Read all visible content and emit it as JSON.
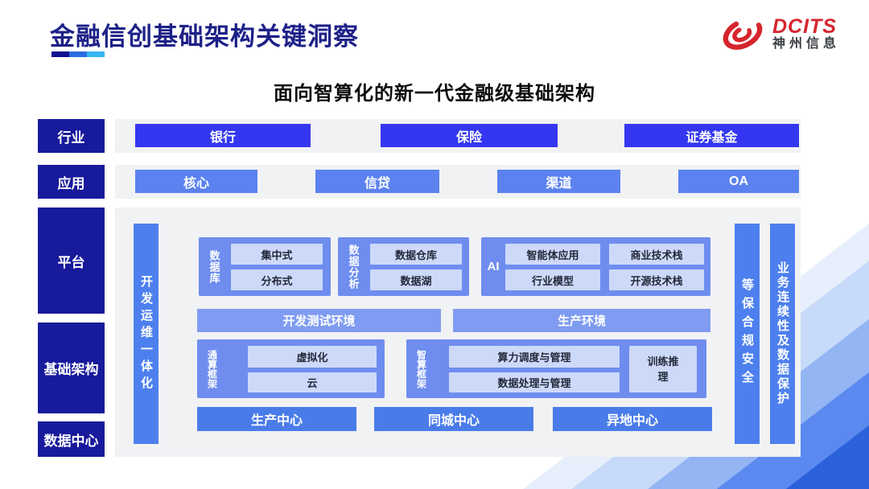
{
  "colors": {
    "navy": "#181a9c",
    "title_navy": "#1d2187",
    "industry_btn": "#3437ef",
    "app_btn": "#5b82ee",
    "group_blue": "#6e8def",
    "env_blue": "#7f9cf2",
    "chip_bg": "#cdd9f8",
    "center_blue": "#4a7ce9",
    "side_bar_blue": "#4d80ee",
    "panel_gray": "#f1f2f4",
    "logo_red": "#d6252e"
  },
  "header": {
    "title": "金融信创基础架构关键洞察",
    "logo_brand": "DCITS",
    "logo_company": "神州信息"
  },
  "diagram": {
    "subtitle": "面向智算化的新一代金融级基础架构",
    "side_labels": {
      "industry": "行业",
      "application": "应用",
      "platform": "平台",
      "infrastructure": "基础架构",
      "datacenter": "数据中心"
    },
    "industry_items": [
      "银行",
      "保险",
      "证券基金"
    ],
    "application_items": [
      "核心",
      "信贷",
      "渠道",
      "OA"
    ],
    "devops_bar": "开发运维一体化",
    "groups": {
      "database": {
        "label": "数据库",
        "items": [
          "集中式",
          "分布式"
        ]
      },
      "analytics": {
        "label": "数据分析",
        "items": [
          "数据仓库",
          "数据湖"
        ]
      },
      "ai": {
        "label": "AI",
        "items": [
          "智能体应用",
          "商业技术栈",
          "行业模型",
          "开源技术栈"
        ]
      },
      "general_compute": {
        "label": "通算框架",
        "items": [
          "虚拟化",
          "云"
        ]
      },
      "ai_compute": {
        "label": "智算框架",
        "items": [
          "算力调度与管理",
          "数据处理与管理",
          "训练推理"
        ]
      }
    },
    "env_bars": [
      "开发测试环境",
      "生产环境"
    ],
    "centers": [
      "生产中心",
      "同城中心",
      "异地中心"
    ],
    "right_bars": [
      "等保合规安全",
      "业务连续性及数据保护"
    ]
  }
}
